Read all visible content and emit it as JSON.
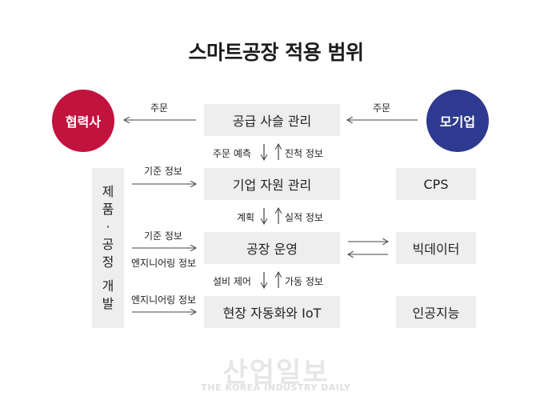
{
  "title": "스마트공장 적용 범위",
  "nodes": {
    "partner": "협력사",
    "parent_company": "모기업",
    "scm": "공급 사슬 관리",
    "erp": "기업 자원 관리",
    "factory_ops": "공장 운영",
    "field_automation": "현장 자동화와 IoT",
    "cps": "CPS",
    "big_data": "빅데이터",
    "ai": "인공지능",
    "product_dev": [
      "제",
      "품",
      "·",
      "공",
      "정",
      "개",
      "발"
    ]
  },
  "edge_labels": {
    "order_left": "주문",
    "order_right": "주문",
    "demand_forecast": "주문 예측",
    "progress_info": "진척 정보",
    "plan": "계획",
    "performance_info": "실적 정보",
    "equipment_control": "설비 제어",
    "operation_info": "가동 정보",
    "standard_info_1": "기준 정보",
    "standard_info_2": "기준 정보",
    "engineering_info_1": "엔지니어링 정보",
    "engineering_info_2": "엔지니어링 정보"
  },
  "watermark": {
    "main": "산업일보",
    "sub": "THE KOREA INDUSTRY DAILY"
  },
  "colors": {
    "partner": "#c2123e",
    "parent_company": "#2e3a8f",
    "box": "#eeeeee",
    "arrow": "#444444"
  }
}
